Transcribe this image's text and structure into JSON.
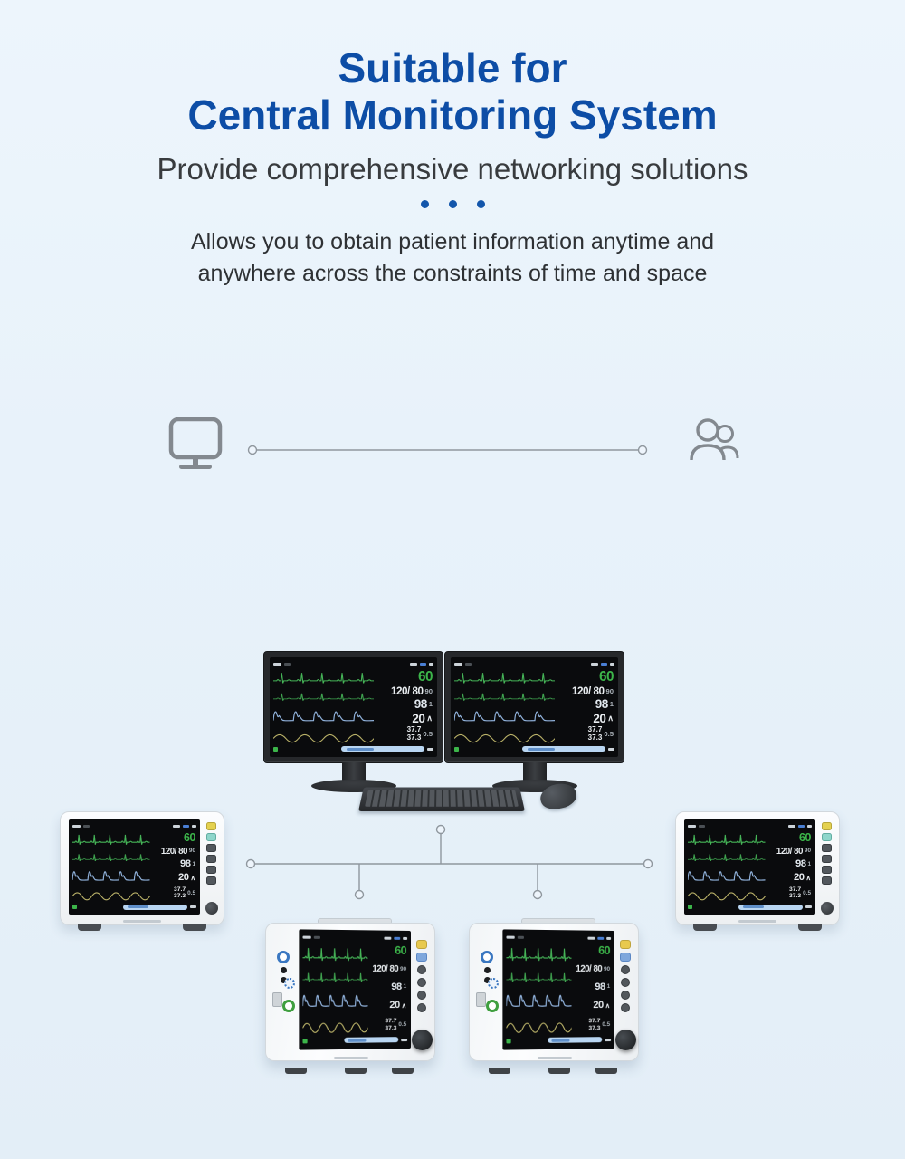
{
  "header": {
    "title_line1": "Suitable for",
    "title_line2": "Central Monitoring System",
    "subtitle": "Provide comprehensive networking solutions",
    "separator_dot_count": 3,
    "description_line1": "Allows you to obtain patient information anytime and",
    "description_line2": "anywhere across the constraints of time and space"
  },
  "colors": {
    "title_blue": "#0d4da6",
    "dot_blue": "#1356ab",
    "background_light_blue": "#e9f2fa",
    "icon_gray": "#83898f",
    "network_line_gray": "#8f979e",
    "ecg_green": "#45b457",
    "pleth_blue": "#8fb0d9",
    "resp_yellow": "#b9b168",
    "hr_value_green": "#3cb54a"
  },
  "icons": {
    "left_endpoint": "monitor-icon",
    "right_endpoint": "people-icon"
  },
  "vitals": {
    "hr": "60",
    "nibp": "120/ 80",
    "nibp_map": "90",
    "spo2": "98",
    "spo2_aux": "1",
    "resp": "20",
    "temp1": "37.7",
    "temp2": "37.3",
    "temp_delta": "0.5"
  }
}
